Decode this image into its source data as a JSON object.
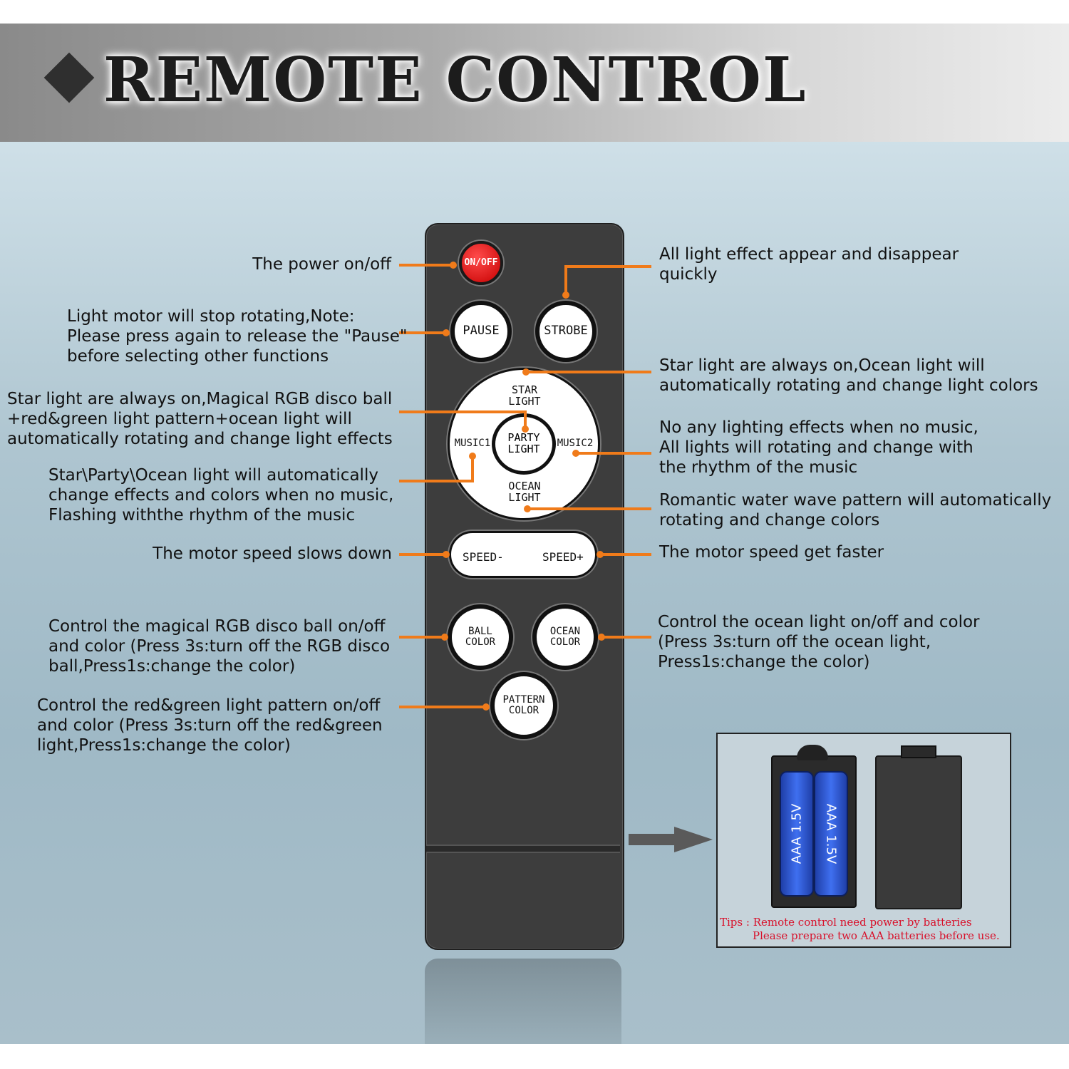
{
  "title": "REMOTE CONTROL",
  "colors": {
    "accent_line": "#f07b1a",
    "remote_body": "#3d3d3d",
    "power_button": "#d40000",
    "tip_text": "#d8102a",
    "battery": "#2f5fe0"
  },
  "buttons": {
    "onoff": "ON/OFF",
    "pause": "PAUSE",
    "strobe": "STROBE",
    "star_light": [
      "STAR",
      "LIGHT"
    ],
    "party_light": [
      "PARTY",
      "LIGHT"
    ],
    "music1": "MUSIC1",
    "music2": "MUSIC2",
    "ocean_light": [
      "OCEAN",
      "LIGHT"
    ],
    "speed_minus": "SPEED-",
    "speed_plus": "SPEED+",
    "ball_color": [
      "BALL",
      "COLOR"
    ],
    "ocean_color": [
      "OCEAN",
      "COLOR"
    ],
    "pattern_color": [
      "PATTERN",
      "COLOR"
    ]
  },
  "annotations": {
    "power": [
      "The power on/off"
    ],
    "pause": [
      "Light motor will stop rotating,Note:",
      "Please press again to release the \"Pause\"",
      "before selecting other functions"
    ],
    "party": [
      "Star light are always on,Magical RGB disco ball",
      "+red&green light pattern+ocean light will",
      "automatically rotating and change light effects"
    ],
    "music1": [
      "Star\\Party\\Ocean light will automatically",
      "change effects and colors when no music,",
      "Flashing withthe rhythm of the music"
    ],
    "speed_down": [
      "The motor speed slows down"
    ],
    "ball_color": [
      "Control the magical RGB disco ball on/off",
      "and color (Press 3s:turn off the RGB disco",
      "ball,Press1s:change the color)"
    ],
    "pattern_color": [
      "Control the red&green light pattern on/off",
      "and color (Press 3s:turn off the red&green",
      "light,Press1s:change the color)"
    ],
    "strobe": [
      "All light effect appear and disappear",
      "quickly"
    ],
    "star": [
      "Star light are always on,Ocean light will",
      "automatically rotating and change light colors"
    ],
    "music2": [
      "No any lighting effects when no music,",
      "All lights will rotating and change with",
      "the rhythm of the music"
    ],
    "ocean_light": [
      "Romantic water wave pattern will automatically",
      "rotating and change colors"
    ],
    "speed_up": [
      "The motor speed get faster"
    ],
    "ocean_color": [
      "Control the ocean light on/off and color",
      "(Press 3s:turn off the ocean light,",
      "Press1s:change the color)"
    ]
  },
  "battery_label": "AAA 1.5V",
  "tips": [
    "Tips : Remote control need power by batteries",
    "Please prepare two AAA batteries before use."
  ]
}
